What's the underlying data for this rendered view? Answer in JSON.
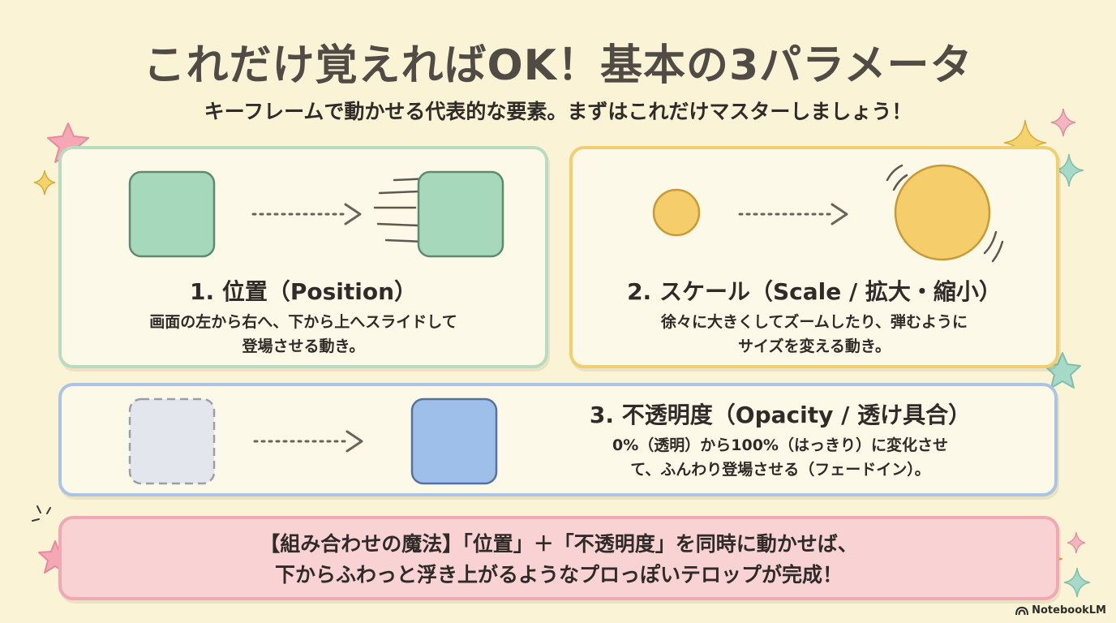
{
  "header": {
    "title": "これだけ覚えればOK！基本の3パラメータ",
    "subtitle": "キーフレームで動かせる代表的な要素。まずはこれだけマスターしましょう！"
  },
  "cards": [
    {
      "title": "1. 位置（Position）",
      "desc_lines": [
        "画面の左から右へ、下から上へスライドして",
        "登場させる動き。"
      ]
    },
    {
      "title": "2. スケール（Scale / 拡大・縮小）",
      "desc_lines": [
        "徐々に大きくしてズームしたり、弾むように",
        "サイズを変える動き。"
      ]
    },
    {
      "title": "3. 不透明度（Opacity / 透け具合）",
      "desc_lines": [
        "0%（透明）から100%（はっきり）に変化させ",
        "て、ふんわり登場させる（フェードイン）。"
      ]
    }
  ],
  "tip": {
    "lines": [
      "【組み合わせの魔法】「位置」＋「不透明度」を同時に動かせば、",
      "下からふわっと浮き上がるようなプロっぽいテロップが完成！"
    ]
  },
  "logo": {
    "text": "NotebookLM",
    "icon": "notebooklm-logo-icon"
  },
  "colors": {
    "background": "#fbf3d6",
    "green": "#a6d9bb",
    "yellow": "#f5cd6a",
    "blue": "#9fbfeb",
    "pink": "#f9d3d4"
  }
}
